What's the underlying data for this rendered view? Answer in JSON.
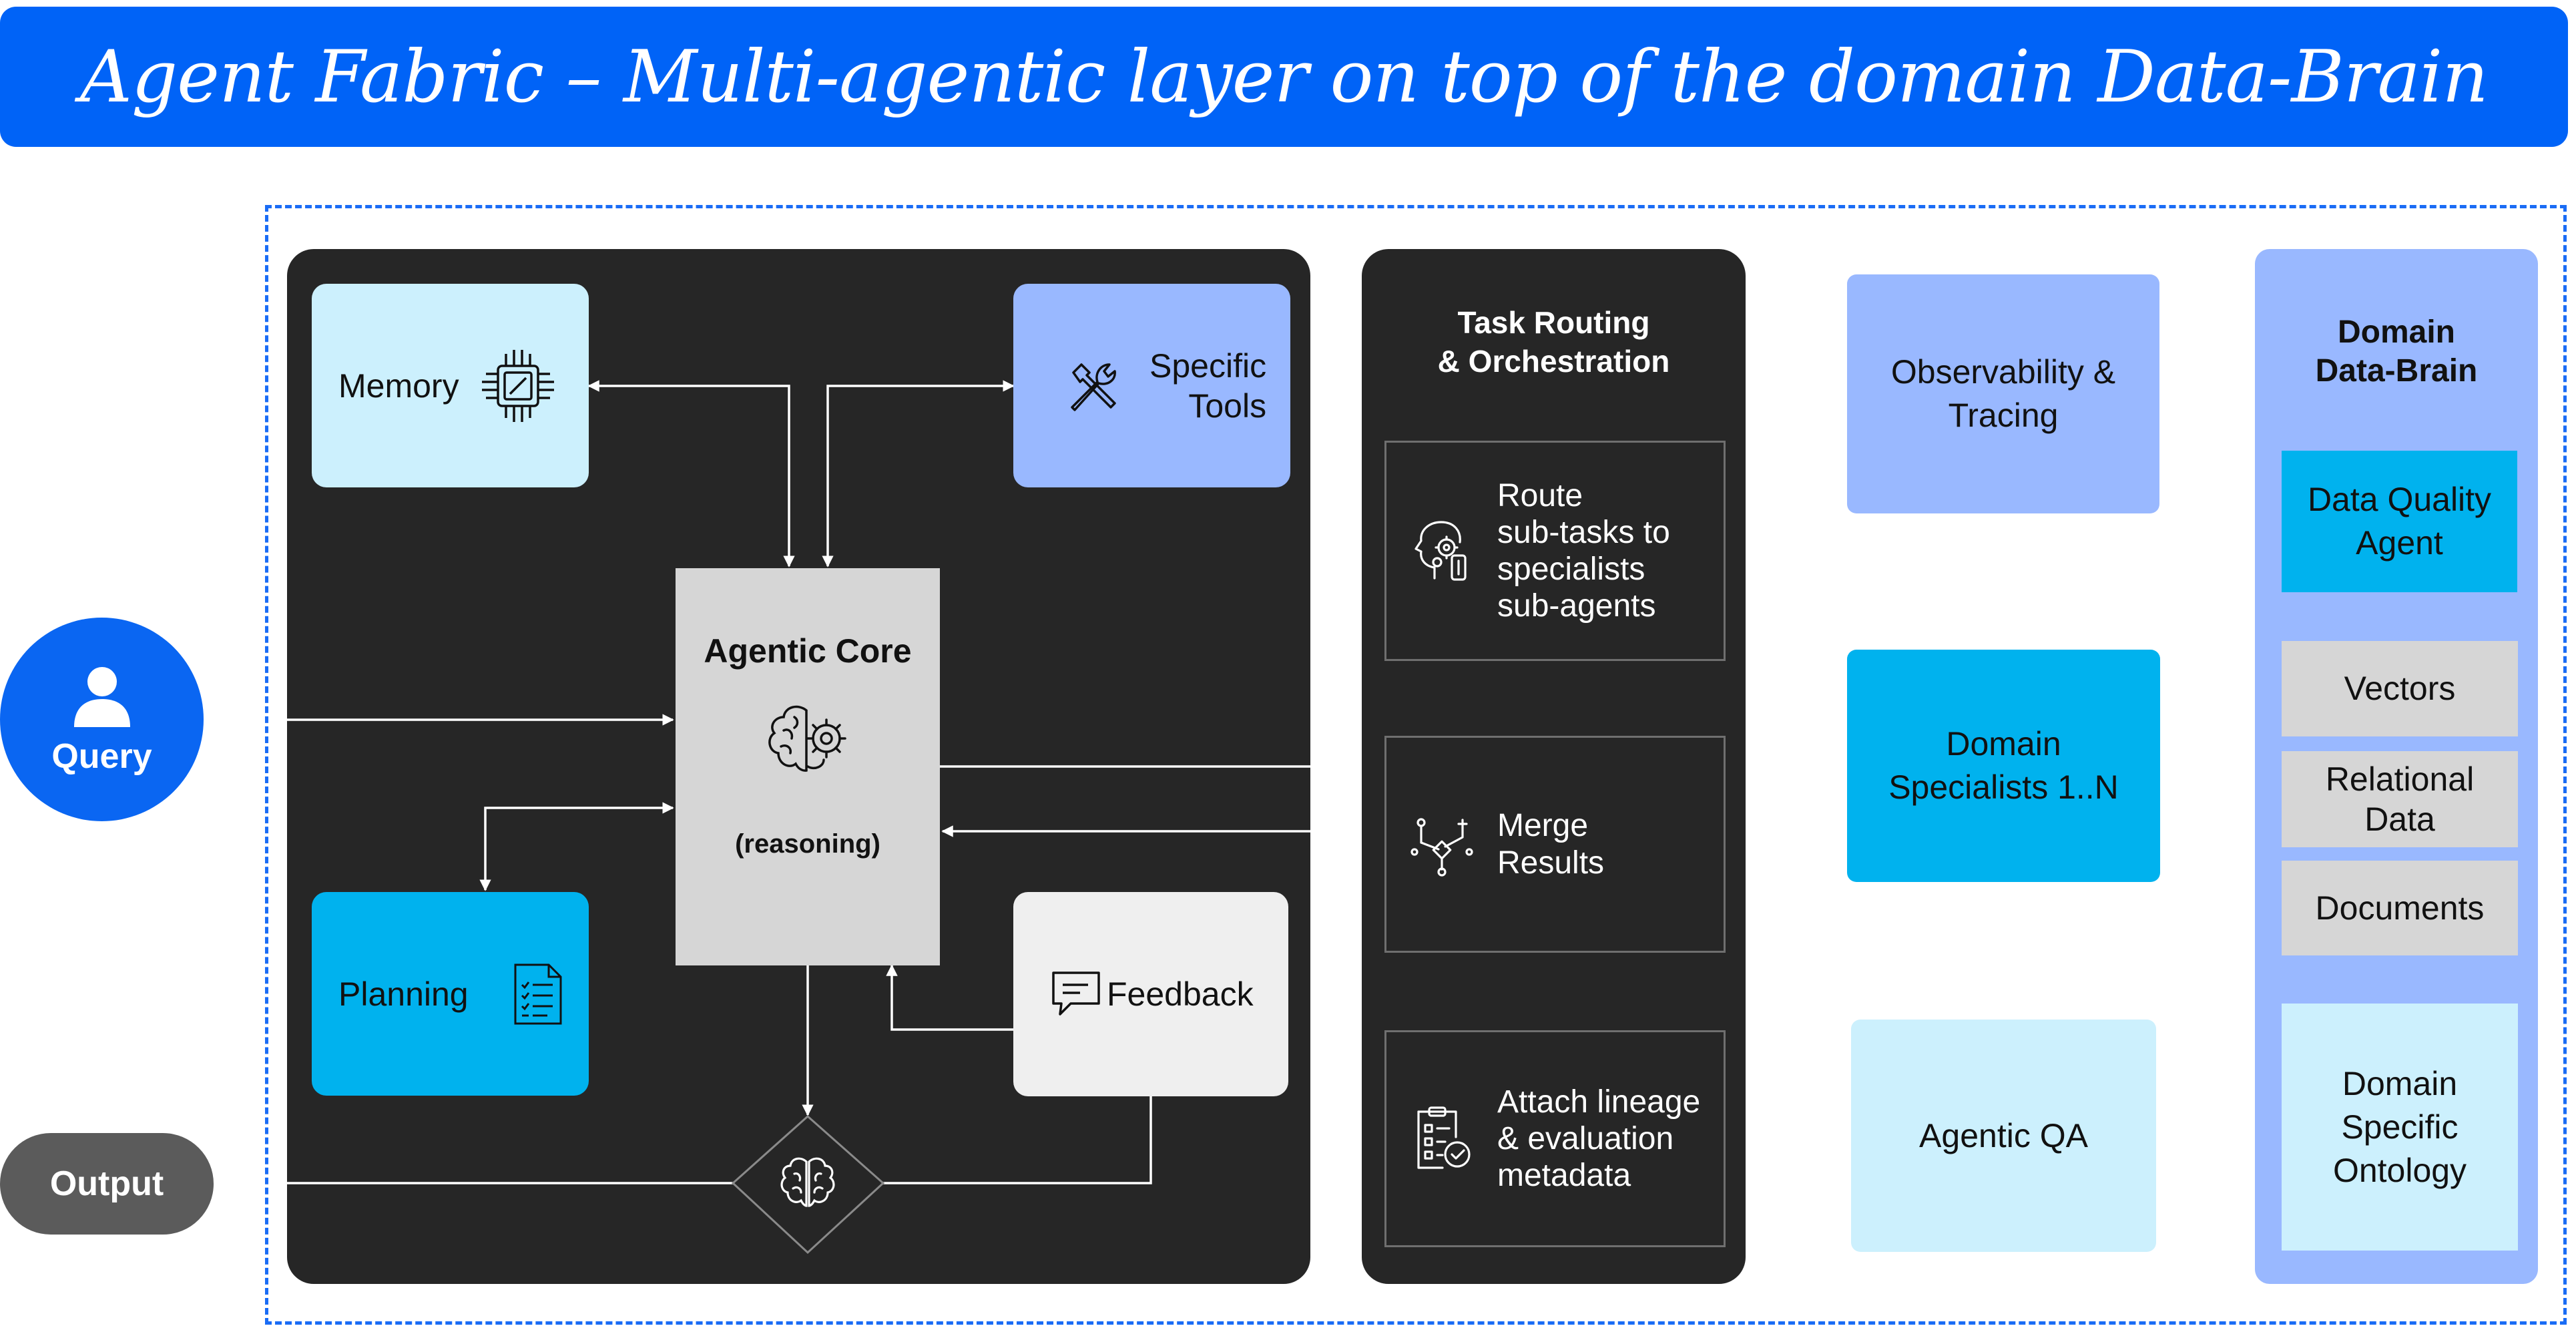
{
  "title": "Agent Fabric – Multi-agentic layer on top of the domain Data-Brain",
  "query": {
    "label": "Query",
    "icon": "user-icon"
  },
  "output": {
    "label": "Output"
  },
  "agent": {
    "memory": {
      "label": "Memory",
      "icon": "chip-icon"
    },
    "tools": {
      "label_line1": "Specific",
      "label_line2": "Tools",
      "icon": "tools-icon"
    },
    "core": {
      "title": "Agentic Core",
      "subtitle": "(reasoning)",
      "icon": "brain-gear-icon"
    },
    "planning": {
      "label": "Planning",
      "icon": "checklist-icon"
    },
    "feedback": {
      "label": "Feedback",
      "icon": "chat-icon"
    },
    "decision_icon": "brain-icon"
  },
  "routing": {
    "title_line1": "Task Routing",
    "title_line2": "& Orchestration",
    "items": [
      {
        "lines": [
          "Route",
          "sub-tasks to",
          "specialists",
          "sub-agents"
        ],
        "icon": "head-gears-icon"
      },
      {
        "lines": [
          "Merge",
          "Results"
        ],
        "icon": "merge-icon"
      },
      {
        "lines": [
          "Attach lineage",
          "& evaluation",
          "metadata"
        ],
        "icon": "clipboard-check-icon"
      }
    ]
  },
  "middle": {
    "observability": [
      "Observability &",
      "Tracing"
    ],
    "specialists": [
      "Domain",
      "Specialists 1..N"
    ],
    "qa": [
      "Agentic QA"
    ]
  },
  "brain": {
    "title_line1": "Domain",
    "title_line2": "Data-Brain",
    "dq_agent": [
      "Data Quality",
      "Agent"
    ],
    "vectors": "Vectors",
    "relational": [
      "Relational",
      "Data"
    ],
    "documents": "Documents",
    "ontology": [
      "Domain",
      "Specific",
      "Ontology"
    ]
  },
  "colors": {
    "brand_blue": "#0063f7",
    "dark_panel": "#262626",
    "light_cyan": "#ccf0fd",
    "periwinkle": "#99b8ff",
    "cyan": "#00b2ee",
    "grey_core": "#d6d6d6",
    "light_grey": "#efefef"
  }
}
